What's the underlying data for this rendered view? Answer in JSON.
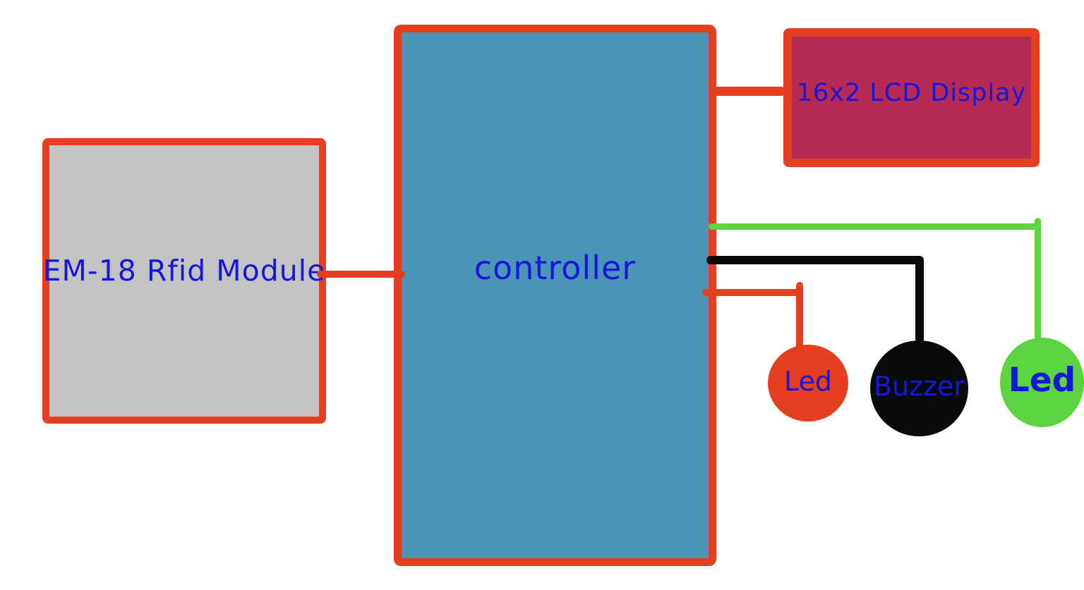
{
  "diagram_type": "block-diagram",
  "colors": {
    "red": "#e53e20",
    "steel_blue": "#4a94b7",
    "gray": "#c3c3c3",
    "crimson": "#b52a54",
    "green": "#5bd43f",
    "black": "#0a0a0a",
    "label_blue": "#1616dd",
    "background": "#ffffff"
  },
  "nodes": {
    "em18": {
      "label": "EM-18 Rfid Module",
      "shape": "rectangle",
      "fill": "#c3c3c3",
      "border": "#e53e20"
    },
    "controller": {
      "label": "controller",
      "shape": "rectangle",
      "fill": "#4a94b7",
      "border": "#e53e20"
    },
    "lcd": {
      "label": "16x2 LCD Display",
      "shape": "rectangle",
      "fill": "#b52a54",
      "border": "#e53e20"
    },
    "led_red": {
      "label": "Led",
      "shape": "circle",
      "fill": "#e53e20"
    },
    "buzzer": {
      "label": "Buzzer",
      "shape": "circle",
      "fill": "#0a0a0a"
    },
    "led_green": {
      "label": "Led",
      "shape": "circle",
      "fill": "#5bd43f"
    }
  },
  "edges": [
    {
      "from": "em18",
      "to": "controller",
      "color": "#e53e20"
    },
    {
      "from": "controller",
      "to": "lcd",
      "color": "#e53e20"
    },
    {
      "from": "controller",
      "to": "led_green",
      "color": "#5bd43f"
    },
    {
      "from": "controller",
      "to": "buzzer",
      "color": "#0a0a0a"
    },
    {
      "from": "controller",
      "to": "led_red",
      "color": "#e53e20"
    }
  ]
}
